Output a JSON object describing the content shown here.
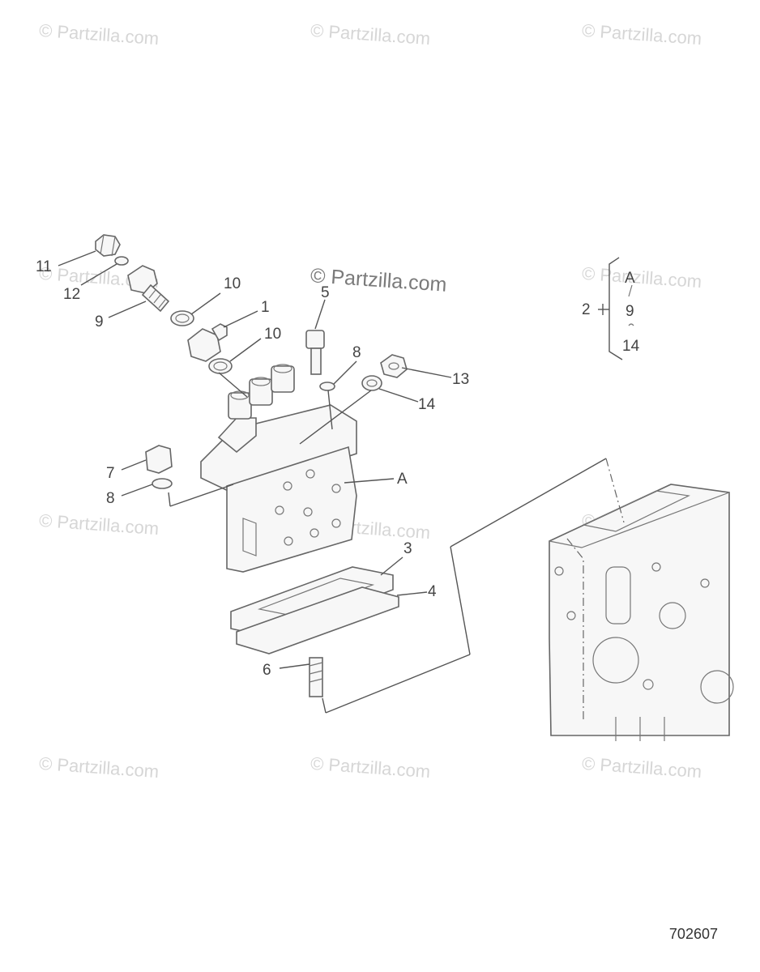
{
  "watermark": "© Partzilla.com",
  "callouts": {
    "c1": "1",
    "c2": "2",
    "c3": "3",
    "c4": "4",
    "c5": "5",
    "c6": "6",
    "c7": "7",
    "c8a": "8",
    "c8b": "8",
    "c9": "9",
    "c10a": "10",
    "c10b": "10",
    "c11": "11",
    "c12": "12",
    "c13": "13",
    "c14": "14",
    "cA": "A"
  },
  "legend": {
    "top": "A",
    "middle": "9",
    "bottom": "14",
    "group": "2"
  },
  "diagram_ref": "702607",
  "colors": {
    "line": "#555555",
    "watermark": "#d6d6d6",
    "text": "#444444"
  }
}
